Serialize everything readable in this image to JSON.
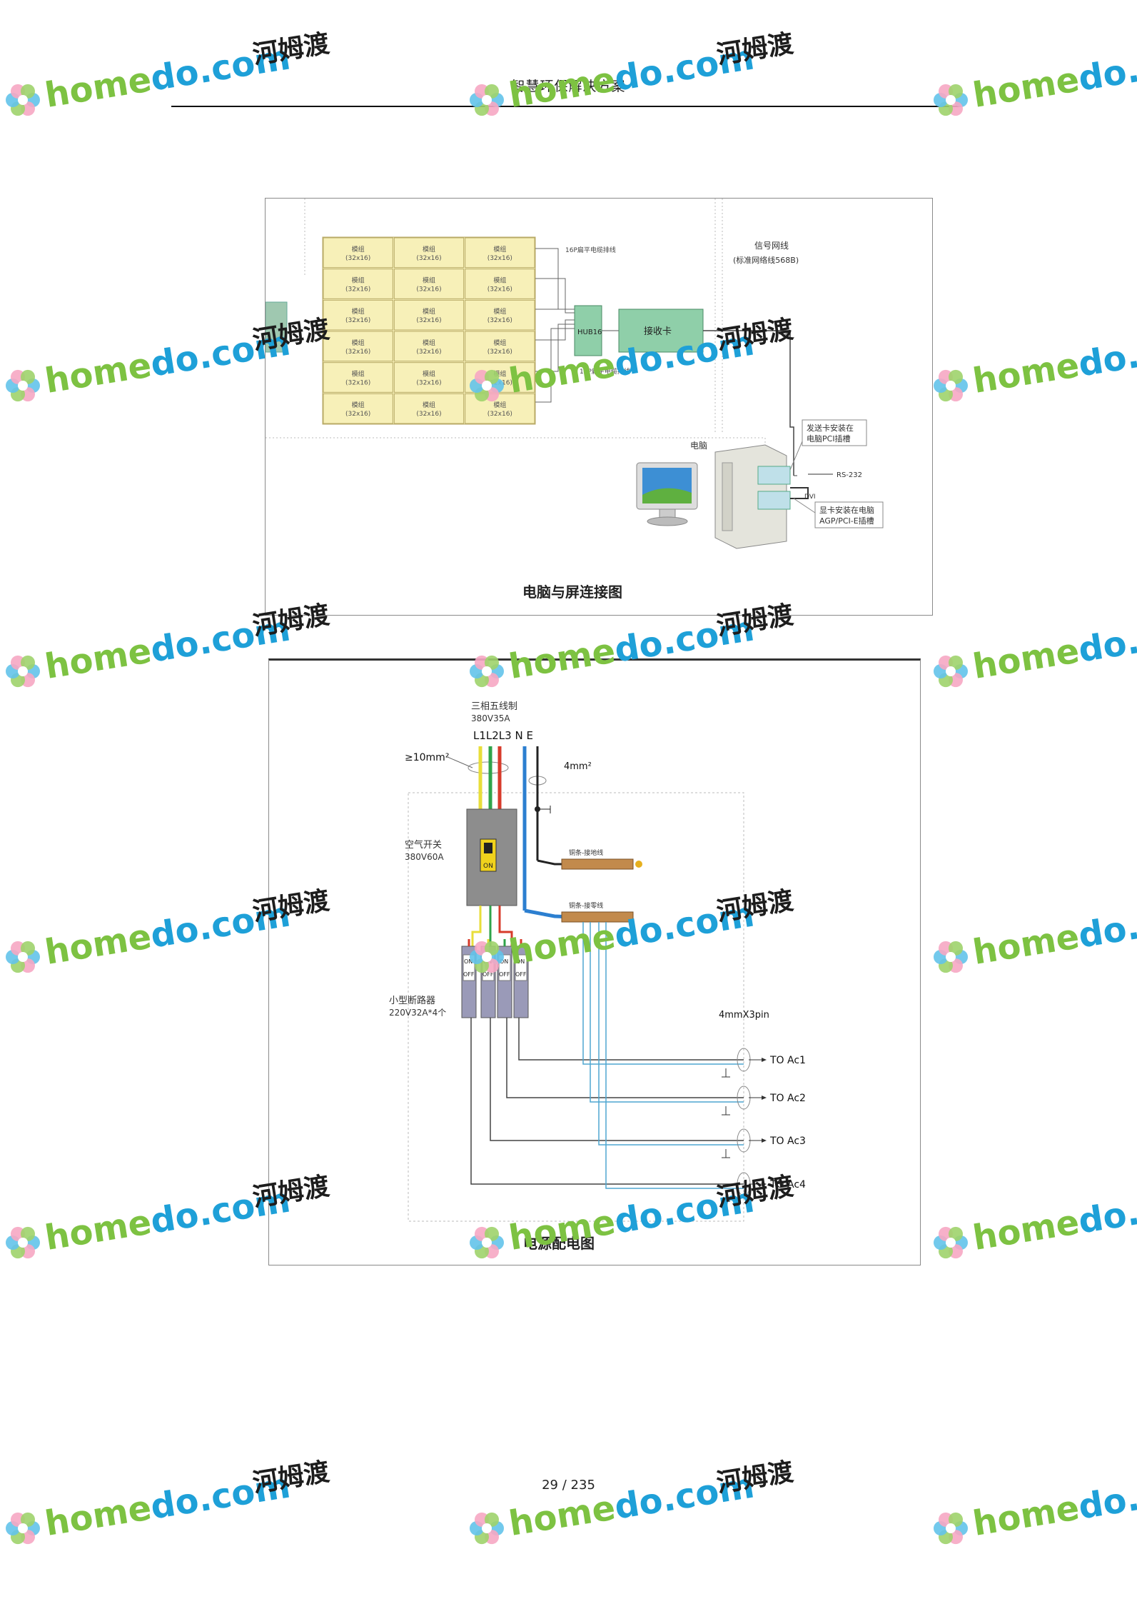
{
  "header": {
    "title": "智慧环保解决方案"
  },
  "figure1": {
    "module_label": "模组",
    "module_size": "(32x16)",
    "module_rows": 6,
    "module_cols": 3,
    "ribbon_top": "16P扁平电缆排线",
    "ribbon_bottom": "16P扁平电缆排线",
    "hub_label": "HUB16",
    "receiver_label": "接收卡",
    "signal_line": "信号网线",
    "signal_std": "(标准网络线568B)",
    "computer_label": "电脑",
    "send_card_1": "发送卡安装在",
    "send_card_2": "电脑PCI插槽",
    "rs232": "RS-232",
    "dvi": "DVI",
    "gpu_card_1": "显卡安装在电脑",
    "gpu_card_2": "AGP/PCI-E插槽",
    "caption": "电脑与屏连接图"
  },
  "figure2": {
    "system_label": "三相五线制",
    "system_rating": "380V35A",
    "phase_labels": "L1L2L3 N  E",
    "cable_size_main": "≥10mm²",
    "cable_size_ground": "4mm²",
    "air_switch_label": "空气开关",
    "air_switch_rating": "380V60A",
    "breaker_on": "ON",
    "breaker_off": "OFF",
    "ground_bar": "铜条-接地线",
    "neutral_bar": "铜条-接零线",
    "mini_breaker_label": "小型断路器",
    "mini_breaker_rating": "220V32A*4个",
    "output_cable": "4mmX3pin",
    "outputs": [
      "TO Ac1",
      "TO Ac2",
      "TO Ac3",
      "TO Ac4"
    ],
    "caption": "电源配电图"
  },
  "footer": {
    "page_current": "29",
    "page_sep": "/",
    "page_total": "235"
  },
  "watermark": {
    "text_green": "home",
    "text_blue": "do.com",
    "text_cn": "河姆渡",
    "colors": {
      "green": "#7dc242",
      "blue": "#1ea0d8",
      "petal_pink": "#f6a7c3",
      "petal_blue": "#63c3ea",
      "petal_green": "#9fd36b"
    }
  }
}
